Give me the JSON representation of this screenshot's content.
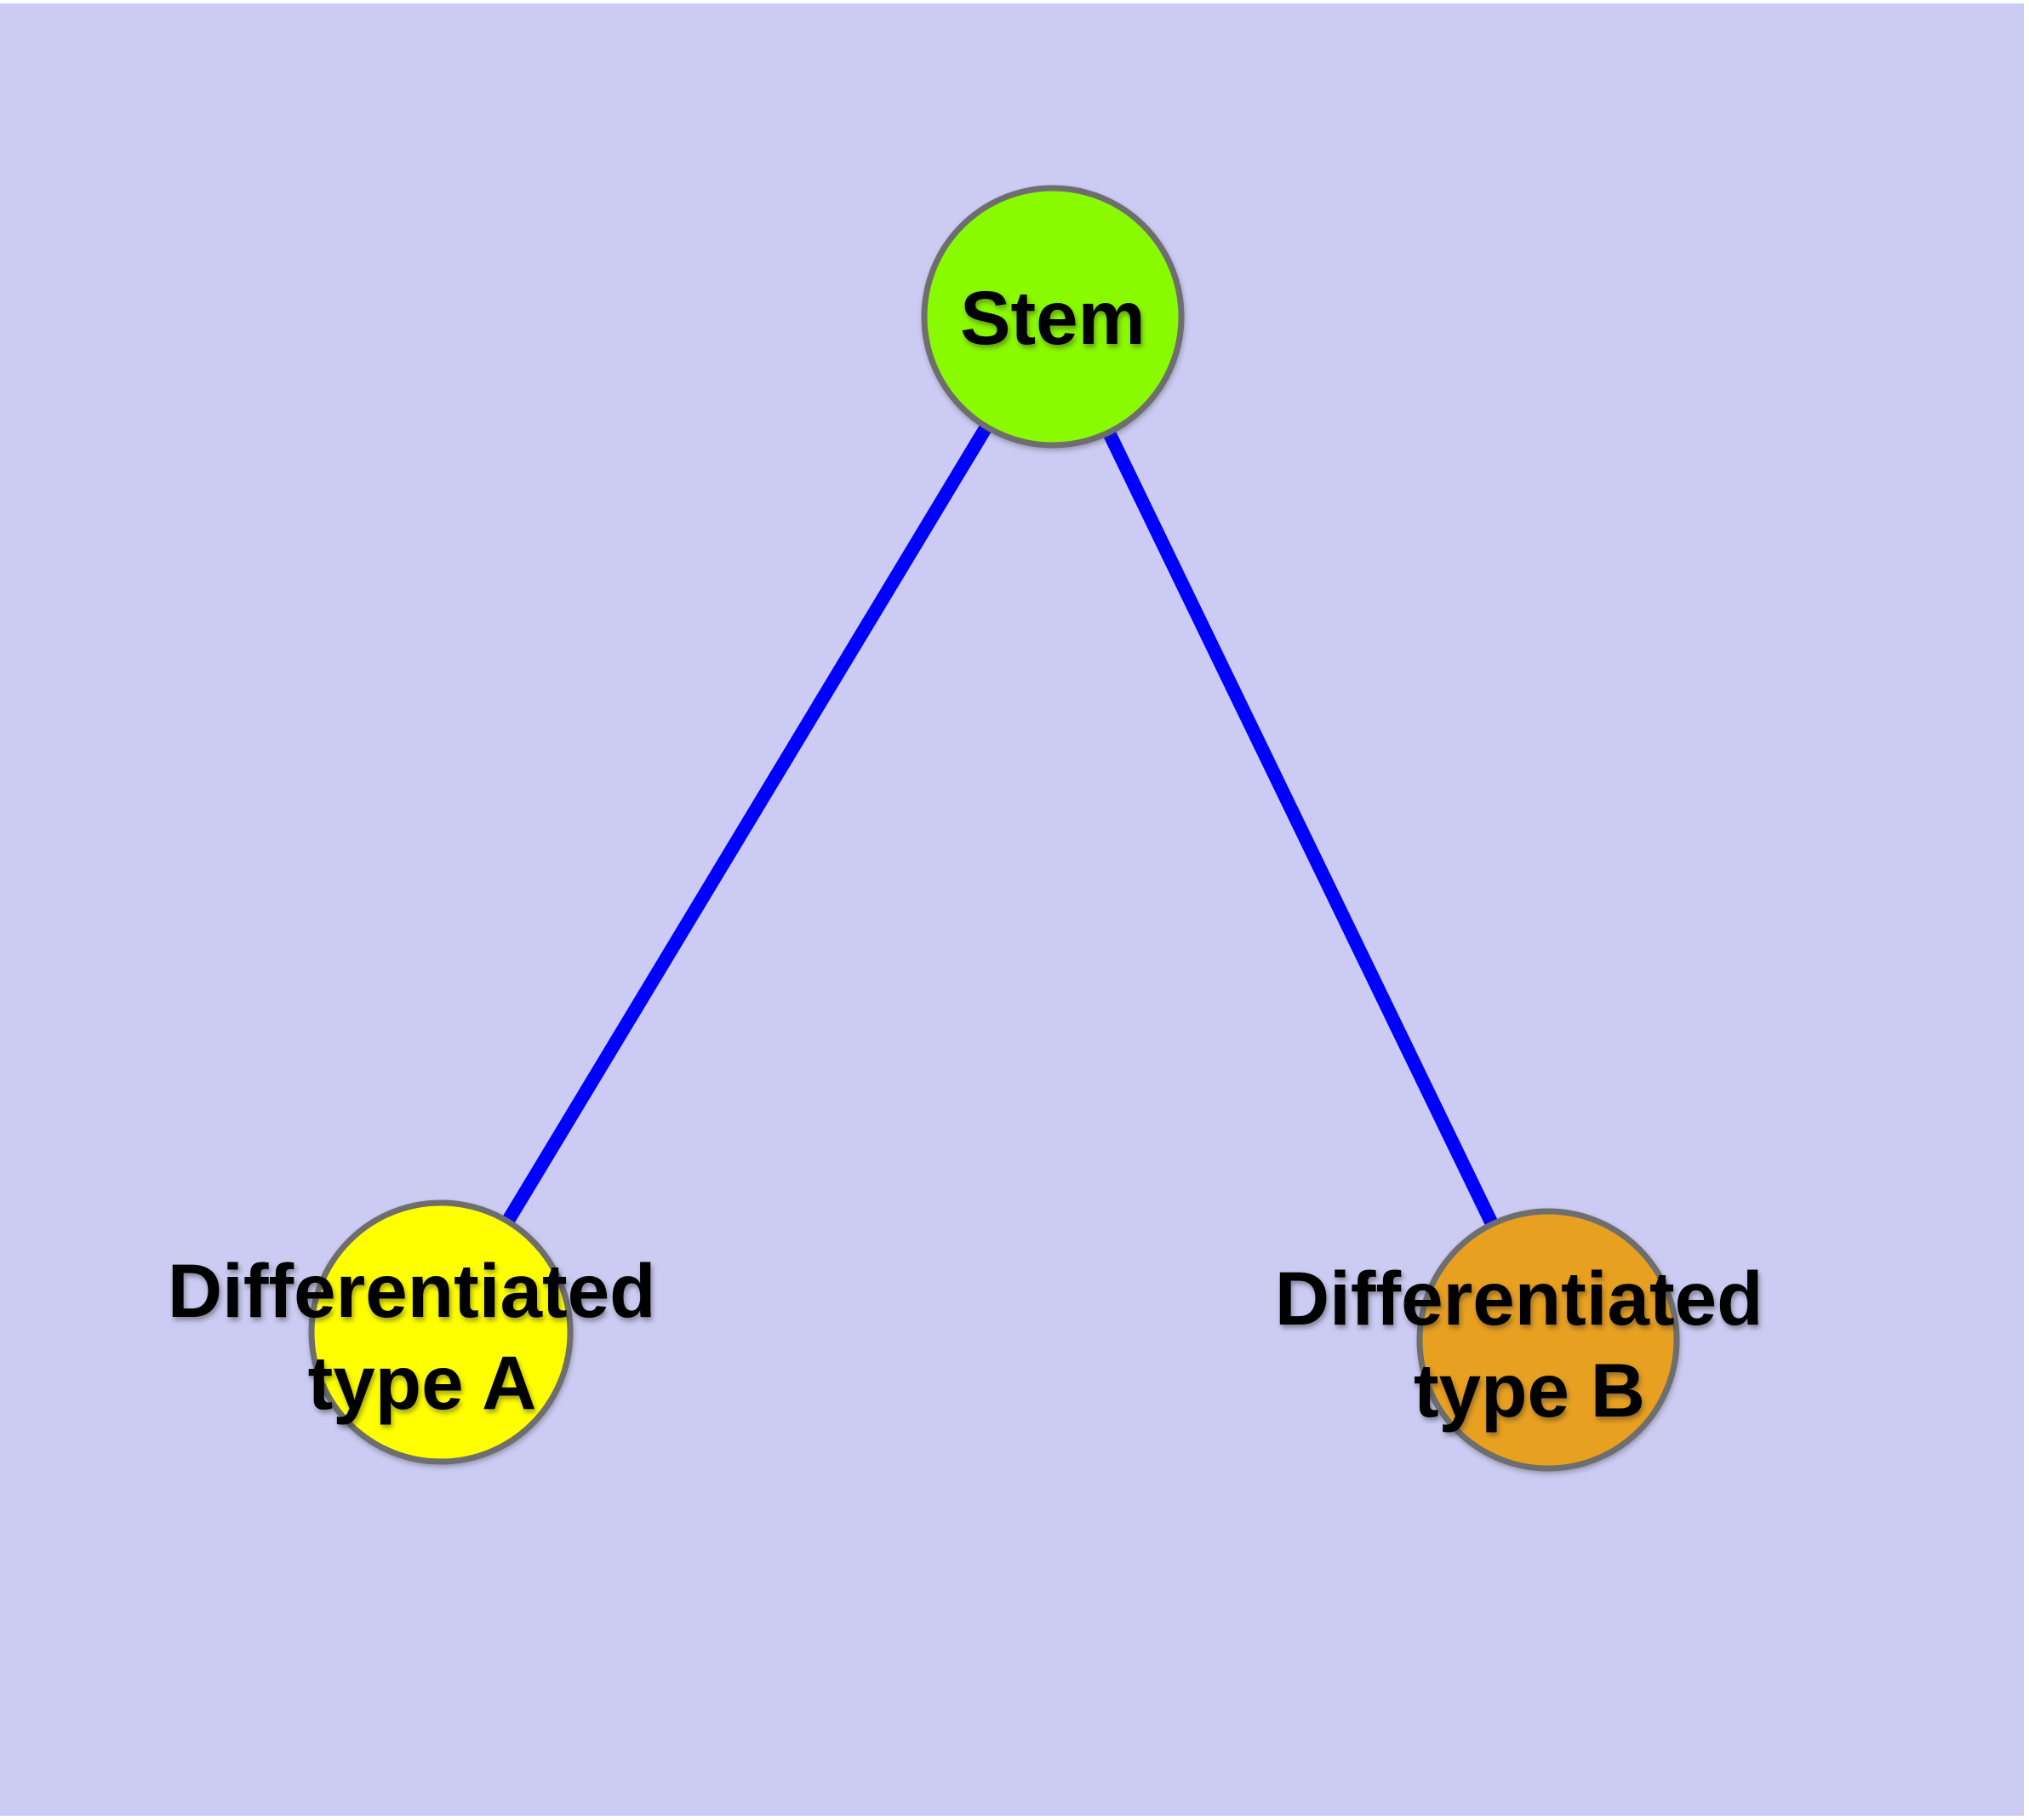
{
  "page": {
    "background": "#FFFFFF"
  },
  "diagram": {
    "background": "#CBCBF3",
    "node_stroke_color": "#6E6E6E",
    "edge_color": "#0000FF",
    "label_color": "#000000",
    "nodes": {
      "stem": {
        "label": "Stem",
        "fill": "#8AFA00"
      },
      "type_a": {
        "label_line1": "Differentiated",
        "label_line2": "type A",
        "fill": "#FFFF00"
      },
      "type_b": {
        "label_line1": "Differentiated",
        "label_line2": "type B",
        "fill": "#E8A020"
      }
    },
    "edges": [
      {
        "from": "Stem",
        "to": "Differentiated type A"
      },
      {
        "from": "Stem",
        "to": "Differentiated type B"
      }
    ]
  }
}
